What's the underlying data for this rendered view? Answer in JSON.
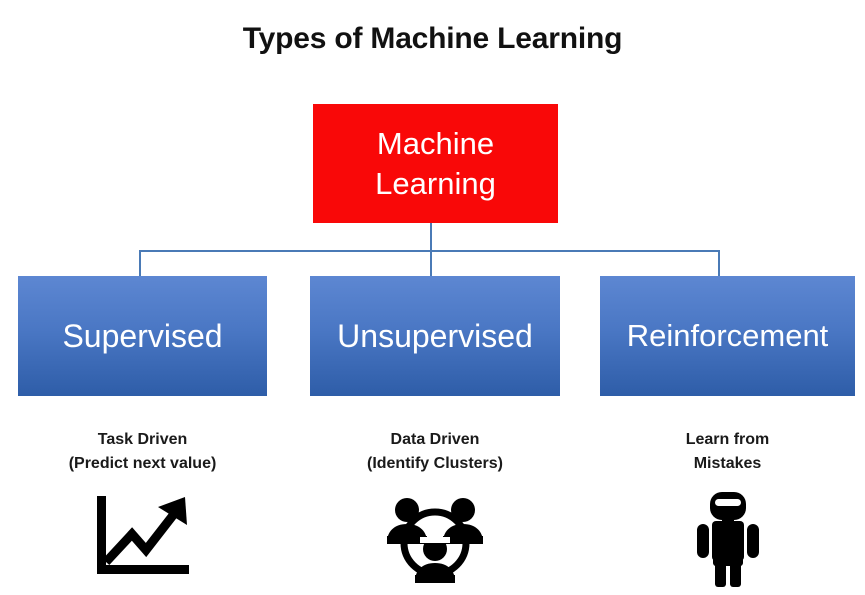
{
  "title": "Types of Machine Learning",
  "colors": {
    "root_fill": "#F90808",
    "root_text": "#FFFFFF",
    "branch_fill_top": "#5D87D2",
    "branch_fill_bottom": "#2E5DA8",
    "branch_text": "#FFFFFF",
    "connector": "#4A7AB6",
    "caption_text": "#1A1A1A",
    "icon": "#000000",
    "background": "#FFFFFF"
  },
  "root": {
    "line1": "Machine",
    "line2": "Learning"
  },
  "branches": [
    {
      "label": "Supervised",
      "caption_line1": "Task Driven",
      "caption_line2": "(Predict next value)",
      "icon": "trending-chart-icon"
    },
    {
      "label": "Unsupervised",
      "caption_line1": "Data Driven",
      "caption_line2": "(Identify Clusters)",
      "icon": "people-cluster-icon"
    },
    {
      "label": "Reinforcement",
      "caption_line1": "Learn from",
      "caption_line2": "Mistakes",
      "icon": "robot-icon"
    }
  ]
}
